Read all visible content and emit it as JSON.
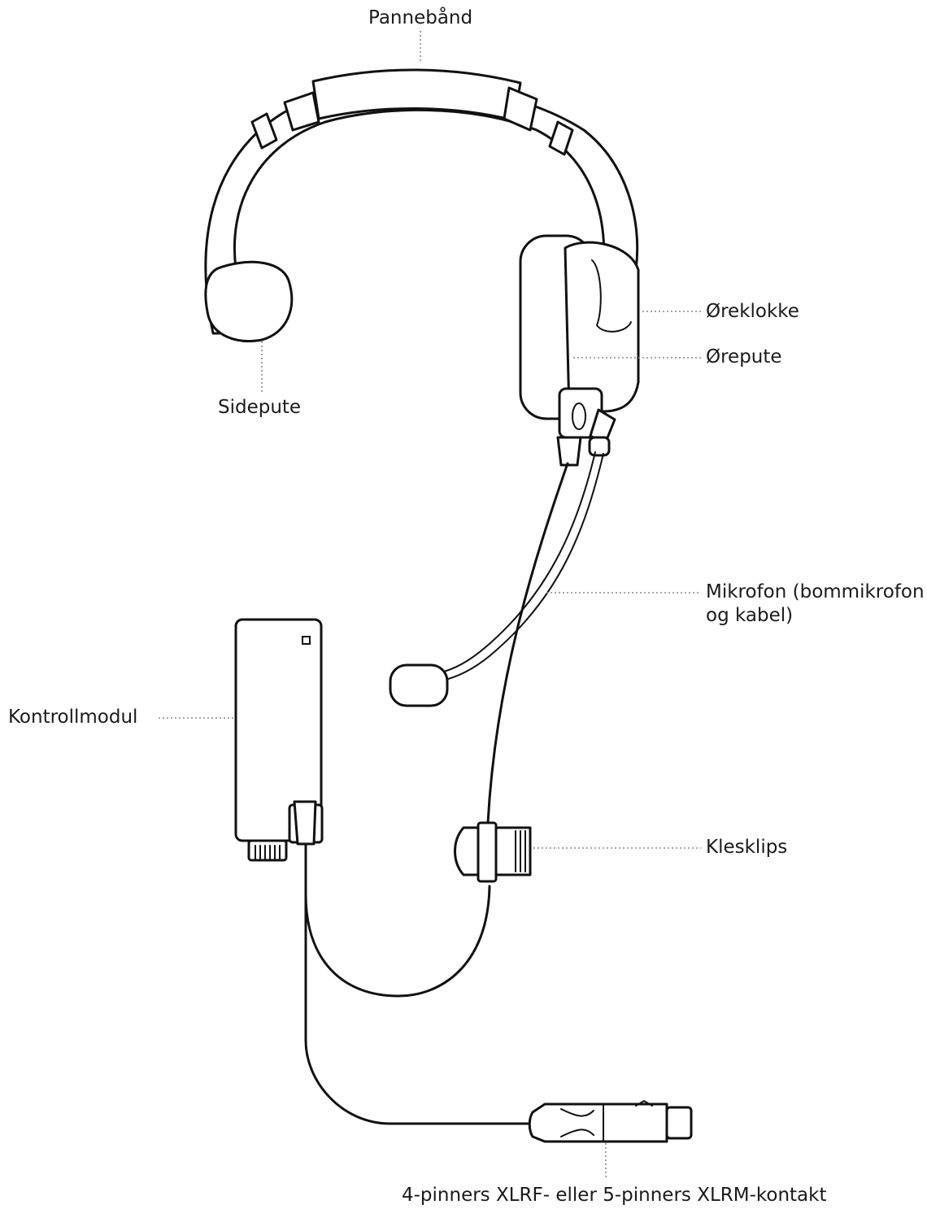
{
  "labels": {
    "headband": "Pannebånd",
    "earcup": "Øreklokke",
    "ear_cushion": "Ørepute",
    "side_pad": "Sidepute",
    "microphone": "Mikrofon (bommikrofon og kabel)",
    "control_module": "Kontrollmodul",
    "clothing_clip": "Klesklips",
    "connector": "4-pinners XLRF- eller 5-pinners XLRM-kontakt"
  }
}
